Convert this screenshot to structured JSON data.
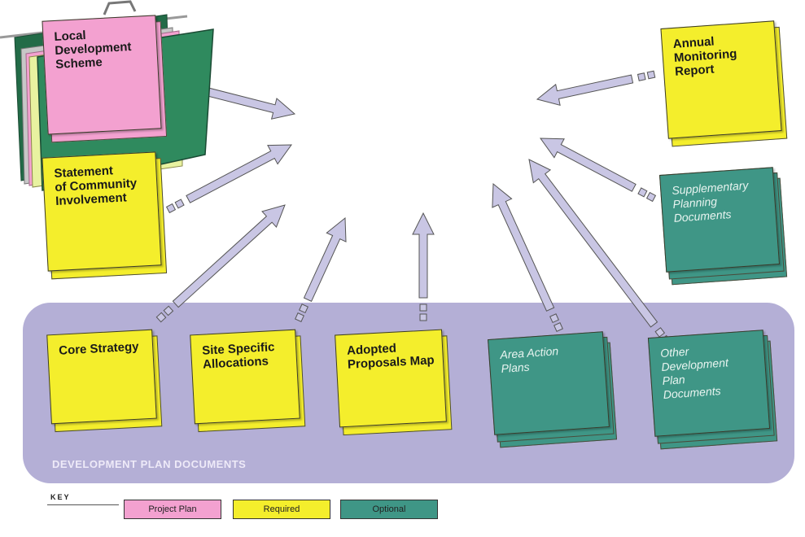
{
  "center": {
    "title": "Local\nDevelopment\nFramework"
  },
  "folders": {
    "lds": "Local\nDevelopment\nScheme",
    "sci": "Statement\nof Community\nInvolvement",
    "amr": "Annual\nMonitoring\nReport",
    "spd": "Supplementary\nPlanning\nDocuments",
    "core": "Core Strategy",
    "ssa": "Site Specific\nAllocations",
    "apm": "Adopted\nProposals Map",
    "aap": "Area Action\nPlans",
    "odpd": "Other\nDevelopment\nPlan\nDocuments"
  },
  "region_label": "DEVELOPMENT PLAN DOCUMENTS",
  "key": {
    "title": "KEY",
    "items": [
      {
        "label": "Project Plan",
        "color": "#f3a1d0"
      },
      {
        "label": "Required",
        "color": "#f4ee2c"
      },
      {
        "label": "Optional",
        "color": "#3f9686"
      }
    ]
  },
  "colors": {
    "project_plan": "#f3a1d0",
    "required": "#f4ee2c",
    "optional": "#3f9686",
    "framework": "#2f8a5e",
    "region": "#b4afd6",
    "arrow": "#c9c6e4"
  }
}
